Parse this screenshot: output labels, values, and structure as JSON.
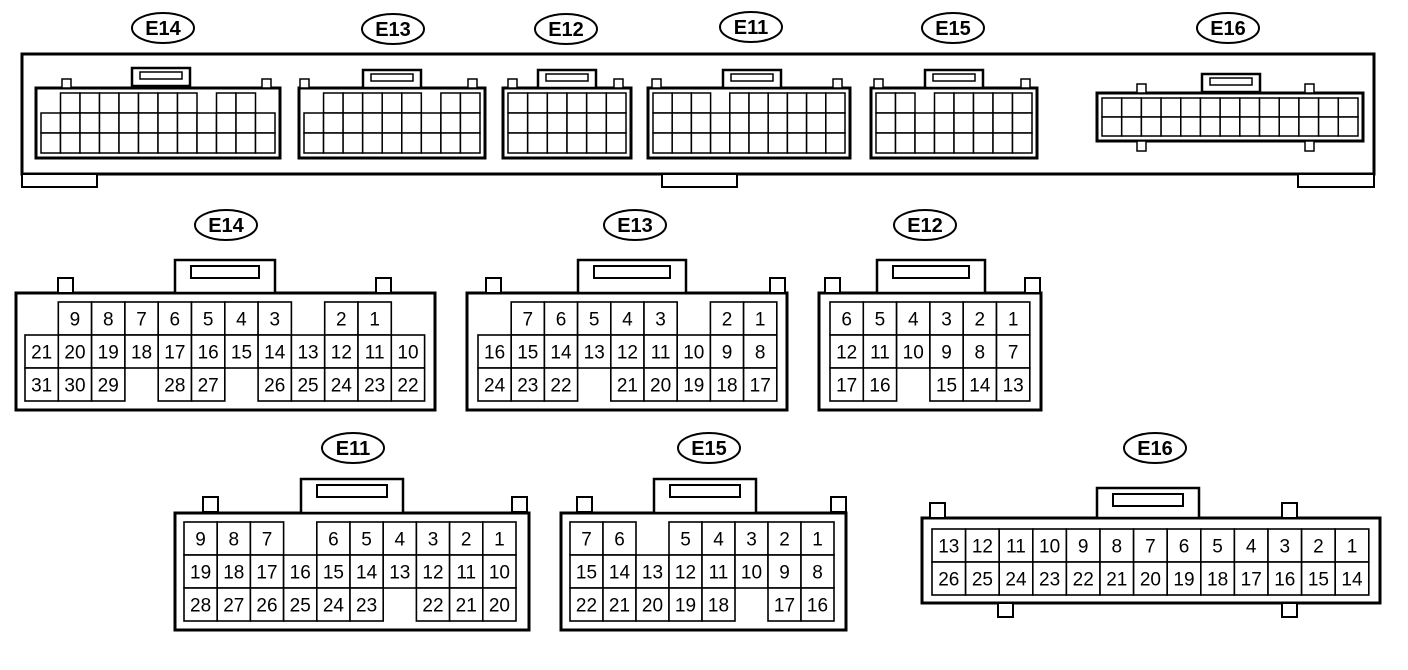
{
  "top_view": {
    "labels": [
      "E14",
      "E13",
      "E12",
      "E11",
      "E15",
      "E16"
    ]
  },
  "connectors": [
    {
      "id": "E14",
      "label": "E14",
      "rows": [
        [
          "",
          "9",
          "8",
          "7",
          "6",
          "5",
          "4",
          "3",
          "",
          "2",
          "1",
          ""
        ],
        [
          "21",
          "20",
          "19",
          "18",
          "17",
          "16",
          "15",
          "14",
          "13",
          "12",
          "11",
          "10"
        ],
        [
          "31",
          "30",
          "29",
          "",
          "28",
          "27",
          "",
          "26",
          "25",
          "24",
          "23",
          "22"
        ]
      ]
    },
    {
      "id": "E13",
      "label": "E13",
      "rows": [
        [
          "",
          "7",
          "6",
          "5",
          "4",
          "3",
          "",
          "2",
          "1"
        ],
        [
          "16",
          "15",
          "14",
          "13",
          "12",
          "11",
          "10",
          "9",
          "8"
        ],
        [
          "24",
          "23",
          "22",
          "",
          "21",
          "20",
          "19",
          "18",
          "17"
        ]
      ]
    },
    {
      "id": "E12",
      "label": "E12",
      "rows": [
        [
          "6",
          "5",
          "4",
          "3",
          "2",
          "1"
        ],
        [
          "12",
          "11",
          "10",
          "9",
          "8",
          "7"
        ],
        [
          "17",
          "16",
          "",
          "15",
          "14",
          "13"
        ]
      ]
    },
    {
      "id": "E11",
      "label": "E11",
      "rows": [
        [
          "9",
          "8",
          "7",
          "",
          "6",
          "5",
          "4",
          "3",
          "2",
          "1"
        ],
        [
          "19",
          "18",
          "17",
          "16",
          "15",
          "14",
          "13",
          "12",
          "11",
          "10"
        ],
        [
          "28",
          "27",
          "26",
          "25",
          "24",
          "23",
          "",
          "22",
          "21",
          "20"
        ]
      ]
    },
    {
      "id": "E15",
      "label": "E15",
      "rows": [
        [
          "7",
          "6",
          "",
          "5",
          "4",
          "3",
          "2",
          "1"
        ],
        [
          "15",
          "14",
          "13",
          "12",
          "11",
          "10",
          "9",
          "8"
        ],
        [
          "22",
          "21",
          "20",
          "19",
          "18",
          "",
          "17",
          "16"
        ]
      ]
    },
    {
      "id": "E16",
      "label": "E16",
      "rows": [
        [
          "13",
          "12",
          "11",
          "10",
          "9",
          "8",
          "7",
          "6",
          "5",
          "4",
          "3",
          "2",
          "1"
        ],
        [
          "26",
          "25",
          "24",
          "23",
          "22",
          "21",
          "20",
          "19",
          "18",
          "17",
          "16",
          "15",
          "14"
        ]
      ]
    }
  ]
}
